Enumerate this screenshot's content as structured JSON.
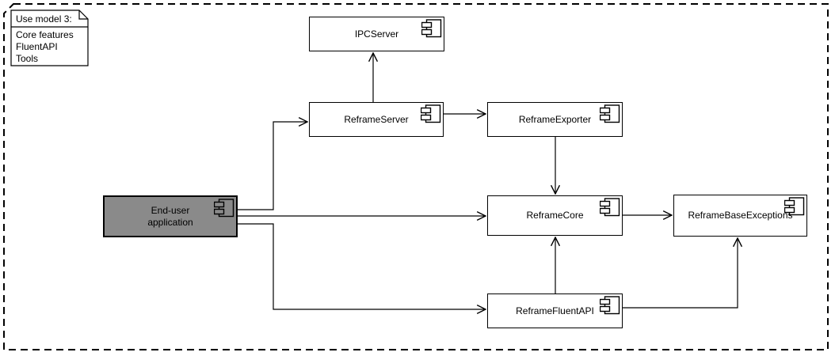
{
  "diagram_title": "UML component diagram",
  "note": {
    "title": "Use model 3:",
    "lines": [
      "Core features",
      "FluentAPI",
      "Tools"
    ]
  },
  "components": [
    {
      "id": "ipcserver",
      "label": "IPCServer"
    },
    {
      "id": "reframeserver",
      "label": "ReframeServer"
    },
    {
      "id": "reframeexporter",
      "label": "ReframeExporter"
    },
    {
      "id": "reframecore",
      "label": "ReframeCore"
    },
    {
      "id": "reframebaseexceptions",
      "label": "ReframeBaseExceptions"
    },
    {
      "id": "enduser",
      "label": "End-user application",
      "label_lines": {
        "0": "End-user",
        "1": "application"
      },
      "fill": "#8a8a8a"
    },
    {
      "id": "reframefluentapi",
      "label": "ReframeFluentAPI"
    }
  ],
  "relations": [
    {
      "from": "ReframeServer",
      "to": "IPCServer"
    },
    {
      "from": "ReframeServer",
      "to": "ReframeExporter"
    },
    {
      "from": "ReframeExporter",
      "to": "ReframeCore"
    },
    {
      "from": "ReframeCore",
      "to": "ReframeBaseExceptions"
    },
    {
      "from": "ReframeFluentAPI",
      "to": "ReframeCore"
    },
    {
      "from": "ReframeFluentAPI",
      "to": "ReframeBaseExceptions"
    },
    {
      "from": "End-user application",
      "to": "ReframeServer"
    },
    {
      "from": "End-user application",
      "to": "ReframeCore"
    },
    {
      "from": "End-user application",
      "to": "ReframeFluentAPI"
    }
  ],
  "icons": {
    "component_icon": "uml-component-icon",
    "note_fold": "note-folded-corner"
  },
  "colors": {
    "line": "#000000",
    "node_fill": "#ffffff",
    "enduser_fill": "#8a8a8a",
    "background": "#ffffff"
  }
}
